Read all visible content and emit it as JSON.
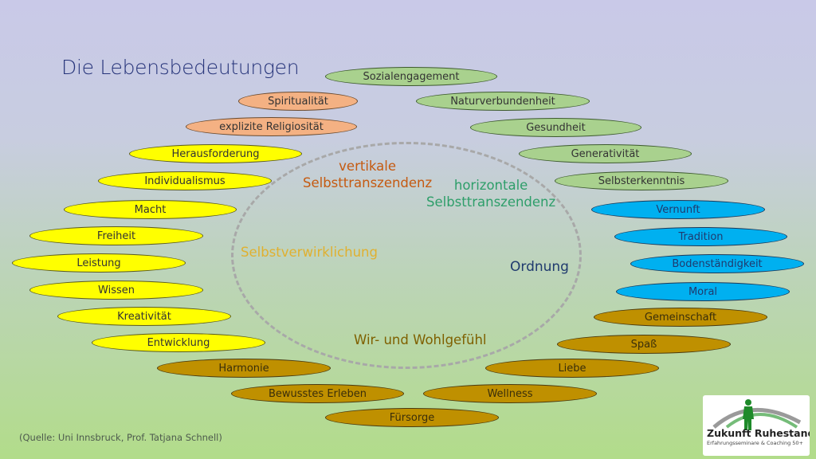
{
  "title": "Die Lebensbedeutungen",
  "source": "(Quelle: Uni Innsbruck, Prof. Tatjana Schnell)",
  "colors": {
    "title": "#26347a",
    "vertical": "#c55a11",
    "horizontal": "#2e9e6a",
    "self": "#e0b030",
    "order": "#1f3a6e",
    "we": "#7f6000",
    "green": "#a9d18e",
    "orange": "#f4b183",
    "yellow": "#ffff00",
    "blue": "#00b0f0",
    "gold": "#bf9000"
  },
  "categories": {
    "vertical": [
      "vertikale",
      "Selbsttranszendenz"
    ],
    "horizontal": [
      "horizontale",
      "Selbsttranszendenz"
    ],
    "self": "Selbstverwirklichung",
    "order": "Ordnung",
    "we": "Wir- und Wohlgefühl"
  },
  "items": {
    "vertical": [
      "Spiritualität",
      "explizite Religiosität"
    ],
    "horizontal": [
      "Sozialengagement",
      "Naturverbundenheit",
      "Gesundheit",
      "Generativität",
      "Selbsterkenntnis"
    ],
    "self": [
      "Herausforderung",
      "Individualismus",
      "Macht",
      "Freiheit",
      "Leistung",
      "Wissen",
      "Kreativität",
      "Entwicklung"
    ],
    "order": [
      "Vernunft",
      "Tradition",
      "Bodenständigkeit",
      "Moral"
    ],
    "we": [
      "Gemeinschaft",
      "Spaß",
      "Liebe",
      "Wellness",
      "Fürsorge",
      "Bewusstes Erleben",
      "Harmonie"
    ]
  },
  "logo": {
    "name": "Zukunft Ruhestand",
    "tagline": "Erfahrungsseminare & Coaching 50+"
  }
}
